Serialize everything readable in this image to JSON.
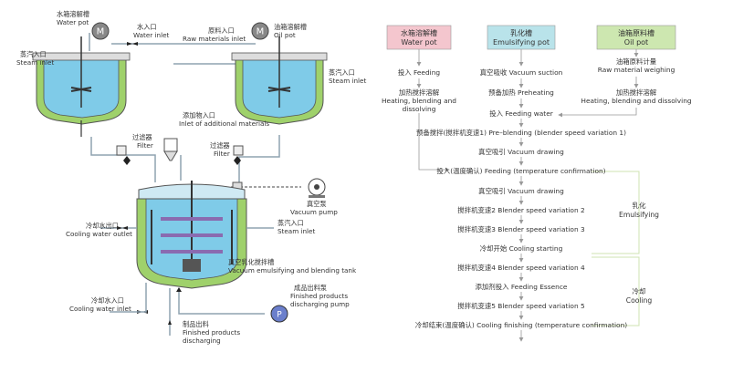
{
  "equipment": {
    "water_pot": {
      "zh": "水箱溶解槽",
      "en": "Water pot"
    },
    "oil_pot": {
      "zh": "油箱溶解槽",
      "en": "Oil pot"
    },
    "water_inlet": {
      "zh": "水入口",
      "en": "Water inlet"
    },
    "raw_inlet": {
      "zh": "原料入口",
      "en": "Raw materials inlet"
    },
    "steam_inlet_left": {
      "zh": "蒸汽入口",
      "en": "Steam inlet"
    },
    "steam_inlet_right": {
      "zh": "蒸汽入口",
      "en": "Steam inlet"
    },
    "additional_inlet": {
      "zh": "添加物入口",
      "en": "Inlet of additional materials"
    },
    "filter_left": {
      "zh": "过滤器",
      "en": "Filter"
    },
    "filter_right": {
      "zh": "过滤器",
      "en": "Filter"
    },
    "vacuum_pump": {
      "zh": "真空泵",
      "en": "Vacuum pump"
    },
    "cooling_outlet": {
      "zh": "冷却水出口",
      "en": "Cooling water outlet"
    },
    "steam_inlet_tank": {
      "zh": "蒸汽入口",
      "en": "Steam inlet"
    },
    "tank": {
      "zh": "真空乳化搅拌槽",
      "en": "Vacuum emulsifying and blending tank"
    },
    "cooling_inlet": {
      "zh": "冷却水入口",
      "en": "Cooling water inlet"
    },
    "discharging_pump": {
      "zh": "成品出料泵",
      "en1": "Finished products",
      "en2": "discharging pump"
    },
    "discharging": {
      "zh": "制品出料",
      "en1": "Finished products",
      "en2": "discharging"
    },
    "motor_symbol": "M",
    "pump_symbol": "P"
  },
  "flow": {
    "headers": [
      {
        "zh": "水箱溶解槽",
        "en": "Water pot",
        "color": "#f4c6ce"
      },
      {
        "zh": "乳化槽",
        "en": "Emulsifying pot",
        "color": "#b9e3ea"
      },
      {
        "zh": "油箱原料槽",
        "en": "Oil pot",
        "color": "#cde7b0"
      }
    ],
    "left_steps": [
      "投入 Feeding",
      "加热搅拌溶解",
      "Heating, blending and",
      "dissolving"
    ],
    "right_steps": [
      "油箱原料计量",
      "Raw material weighing",
      "加热搅拌溶解",
      "Heating, blending and dissolving"
    ],
    "steps": [
      "真空吸收  Vacuum suction",
      "预备加热  Preheating",
      "投入  Feeding water",
      "预备搅拌(搅拌机变速1) Pre–blending (blender speed variation 1)",
      "真空吸引  Vacuum drawing",
      "投入(温度确认) Feeding (temperature confirmation)",
      "真空吸引  Vacuum drawing",
      "搅拌机变速2  Blender speed variation 2",
      "搅拌机变速3  Blender speed variation 3",
      "冷却开始  Cooling starting",
      "搅拌机变速4  Blender speed variation 4",
      "添加剂投入  Feeding Essence",
      "搅拌机变速5  Blender speed variation 5",
      "冷却结束(温度确认) Cooling finishing (temperature confirmation)"
    ],
    "emulsifying": {
      "zh": "乳化",
      "en": "Emulsifying"
    },
    "cooling": {
      "zh": "冷却",
      "en": "Cooling"
    }
  },
  "colors": {
    "pipe": "#8fa3b1",
    "tank_outer": "#9fd16b",
    "tank_inner": "#7fcbe8",
    "arrow": "#999999"
  }
}
